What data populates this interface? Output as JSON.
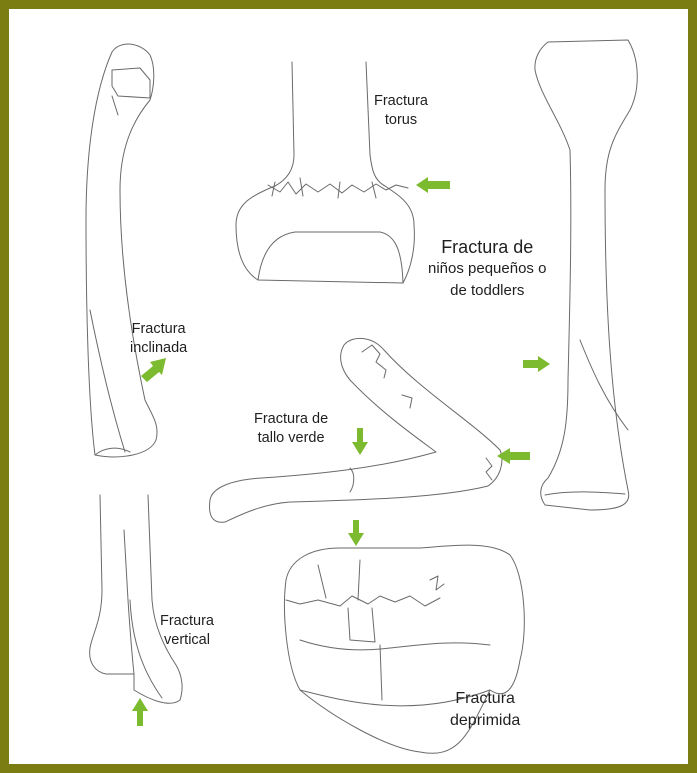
{
  "labels": {
    "torus": [
      "Fractura",
      "torus"
    ],
    "toddler": [
      "Fractura de",
      "niños pequeños o",
      "de toddlers"
    ],
    "inclinada": [
      "Fractura",
      "inclinada"
    ],
    "tallo_verde": [
      "Fractura de",
      "tallo verde"
    ],
    "vertical": [
      "Fractura",
      "vertical"
    ],
    "deprimida": [
      "Fractura",
      "deprimida"
    ]
  },
  "colors": {
    "frame": "#7b7d12",
    "arrow": "#7cba2f",
    "outline": "#6a6a6a"
  }
}
